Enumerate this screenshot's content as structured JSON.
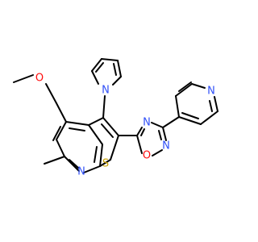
{
  "atoms": {
    "o_methoxy": {
      "text": "O",
      "color": "#ff0d0d"
    },
    "n_pyrrole": {
      "text": "N",
      "color": "#3050f8"
    },
    "n_pyridine_fused": {
      "text": "N",
      "color": "#3050f8"
    },
    "s_thiophene": {
      "text": "S",
      "color": "#c8a000"
    },
    "n4_oxadiazole": {
      "text": "N",
      "color": "#3050f8"
    },
    "o1_oxadiazole": {
      "text": "O",
      "color": "#ff0d0d"
    },
    "n2_oxadiazole": {
      "text": "N",
      "color": "#3050f8"
    },
    "n_pyridyl": {
      "text": "N",
      "color": "#3050f8"
    }
  }
}
